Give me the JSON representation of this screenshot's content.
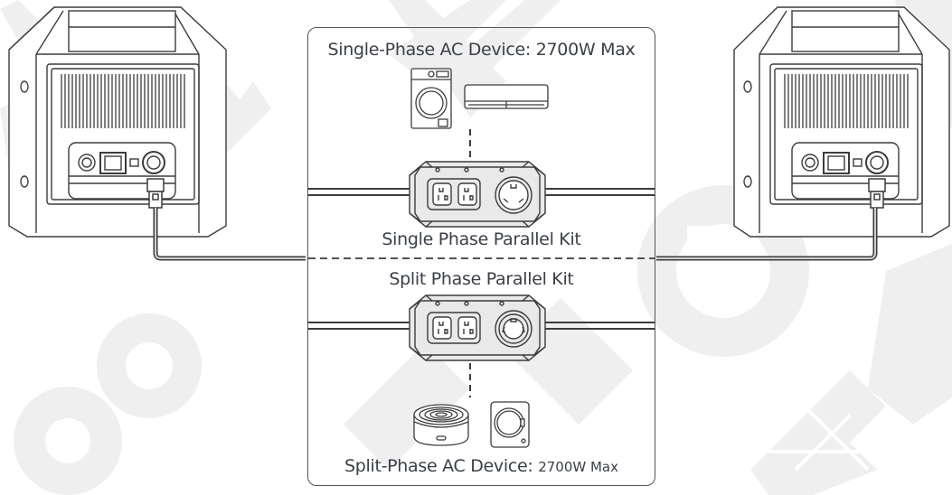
{
  "diagram": {
    "type": "parallel-kit-connection",
    "panel": {
      "top_section": {
        "title": "Single-Phase AC Device: 2700W Max",
        "devices": [
          {
            "name": "washing-machine",
            "icon": "washing-machine-icon"
          },
          {
            "name": "air-conditioner",
            "icon": "air-conditioner-icon"
          }
        ],
        "kit_label": "Single Phase Parallel Kit",
        "kit_outlets": [
          "NEMA 5-20 outlet",
          "NEMA 5-20 outlet",
          "TT-30 outlet"
        ]
      },
      "bottom_section": {
        "kit_label": "Split Phase Parallel Kit",
        "kit_outlets": [
          "NEMA 5-20 outlet",
          "NEMA 5-20 outlet",
          "L14-30 twist-lock outlet"
        ],
        "devices": [
          {
            "name": "induction-cooktop",
            "icon": "cooktop-icon"
          },
          {
            "name": "dryer",
            "icon": "dryer-icon"
          }
        ],
        "title_main": "Split-Phase AC Device: ",
        "title_value": "2700W Max"
      }
    },
    "left_unit": {
      "name": "power-station-left"
    },
    "right_unit": {
      "name": "power-station-right"
    },
    "colors": {
      "line": "#3c3c3c",
      "text": "#3a3f47",
      "device_fill": "#e9e9e9",
      "watermark": "#ececec",
      "background": "#ffffff"
    }
  }
}
